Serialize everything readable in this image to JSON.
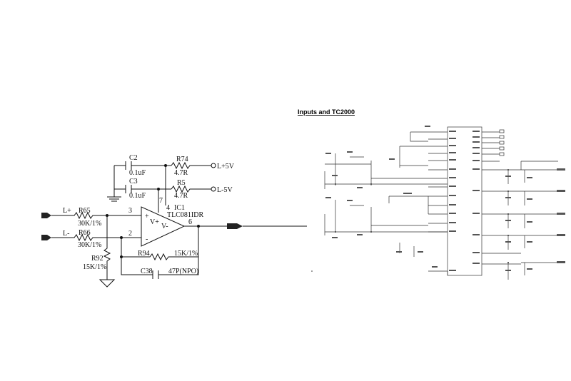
{
  "left_schematic": {
    "c2": {
      "ref": "C2",
      "value": "0.1uF"
    },
    "c3": {
      "ref": "C3",
      "value": "0.1uF"
    },
    "r74": {
      "ref": "R74",
      "value": "4.7R"
    },
    "r5": {
      "ref": "R5",
      "value": "4.7R"
    },
    "supply_pos": "L+5V",
    "supply_neg": "L-5V",
    "ic": {
      "ref": "IC1",
      "part": "TLC081IDR",
      "vplus": "V+",
      "vminus": "V-",
      "pin_plus": "+",
      "pin_minus": "-"
    },
    "pins": {
      "p3": "3",
      "p2": "2",
      "p7": "7",
      "p4": "4",
      "p6": "6"
    },
    "input_pos": "L+",
    "input_neg": "L-",
    "r65": {
      "ref": "R65",
      "value": "30K/1%"
    },
    "r66": {
      "ref": "R66",
      "value": "30K/1%"
    },
    "r92": {
      "ref": "R92",
      "value": "15K/1%"
    },
    "r94": {
      "ref": "R94",
      "value": "15K/1%"
    },
    "c38": {
      "ref": "C38",
      "value": "47P(NPO)"
    }
  },
  "right_schematic": {
    "title": "Inputs and TC2000"
  }
}
